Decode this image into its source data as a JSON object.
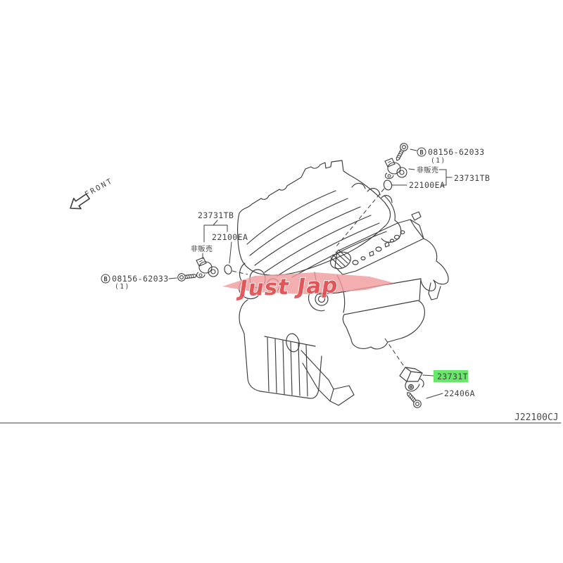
{
  "diagram": {
    "code": "J22100CJ",
    "front_label": "FRONT",
    "watermark_text": "Just Jap",
    "b_prefix": "B"
  },
  "colors": {
    "line": "#3c3c3c",
    "text": "#3f3f3f",
    "highlight_green": "#68e868",
    "watermark_band": "#f09a9c",
    "watermark_red": "#e04d50"
  },
  "callouts": {
    "top_right": {
      "bolt_part": "08156-62033",
      "bolt_qty": "(1)",
      "not_sold_label": "非販売",
      "oring_part": "22100EA",
      "sensor_group_part": "23731TB"
    },
    "left": {
      "sensor_group_part": "23731TB",
      "oring_part": "22100EA",
      "not_sold_label": "非販売",
      "bolt_part": "08156-62033",
      "bolt_qty": "(1)"
    },
    "bottom_right": {
      "crank_sensor_part": "23731T",
      "bolt_part": "22406A"
    }
  }
}
